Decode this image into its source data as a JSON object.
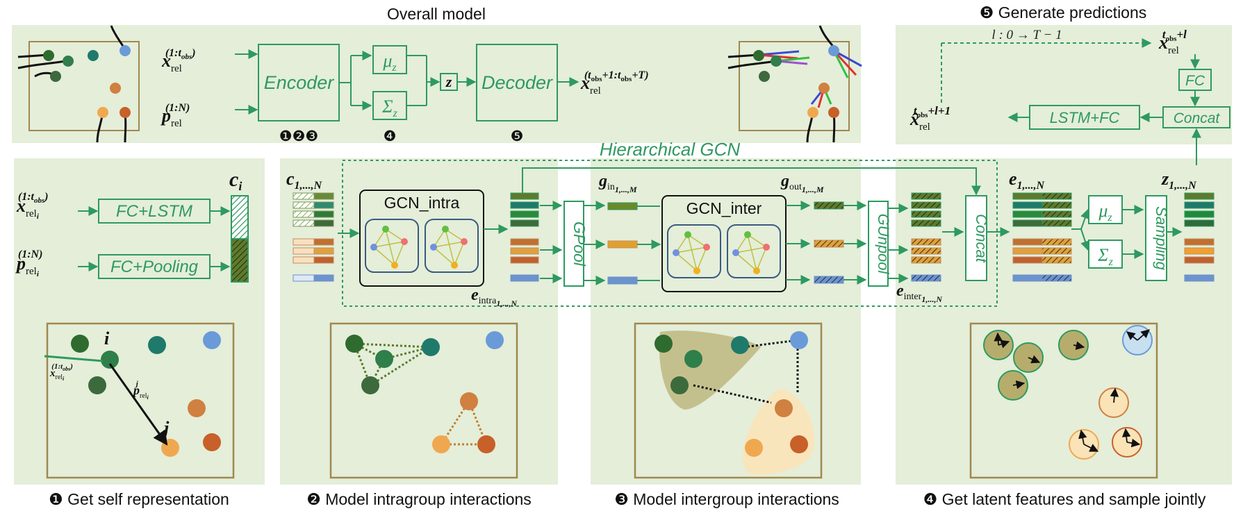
{
  "colors": {
    "panel_bg": "#e4eed9",
    "accent_green": "#2e9960",
    "scene_border": "#a08850",
    "dark": "#222222"
  },
  "top": {
    "title": "Overall model",
    "encoder": "Encoder",
    "decoder": "Decoder",
    "mu": "μ",
    "mu_sub": "z",
    "sigma": "Σ",
    "sigma_sub": "z",
    "z": "z",
    "input_x_base": "x",
    "input_x_sub": "rel",
    "input_x_sup": "(1:t",
    "input_x_sup_sub": "obs",
    "input_x_sup_end": ")",
    "input_p_base": "p",
    "input_p_sub": "rel",
    "input_p_sup": "(1:N)",
    "output_x_base": "x",
    "output_x_sub": "rel",
    "output_x_sup": "(t",
    "output_x_sup_sub": "obs",
    "output_x_sup_mid": "+1:t",
    "output_x_sup_sub2": "obs",
    "output_x_sup_end": "+T)",
    "enc_steps": "❶❷❸",
    "latent_step": "❹",
    "dec_step": "❺"
  },
  "predict": {
    "title": "❺ Generate predictions",
    "loop_label": "l : 0 → T − 1",
    "fc": "FC",
    "concat": "Concat",
    "lstm_fc": "LSTM+FC",
    "x_in_base": "x",
    "x_in_sub": "rel",
    "x_in_sup": "t",
    "x_in_sup_sub": "obs",
    "x_in_sup_end": "+l",
    "x_out_base": "x̂",
    "x_out_sub": "rel",
    "x_out_sup": "t",
    "x_out_sup_sub": "obs",
    "x_out_sup_end": "+l+1"
  },
  "panel1": {
    "caption": "❶ Get self representation",
    "fc_lstm": "FC+LSTM",
    "fc_pool": "FC+Pooling",
    "c_i": "c",
    "c_i_sub": "i",
    "x_base": "x",
    "x_sub": "rel",
    "x_sub_sub": "i",
    "x_sup": "(1:t",
    "x_sup_sub": "obs",
    "x_sup_end": ")",
    "p_base": "p",
    "p_sub": "rel",
    "p_sub_sub": "i",
    "p_sup": "(1:N)",
    "scene_i": "i",
    "scene_j": "j",
    "scene_x_base": "x",
    "scene_x_sub": "rel",
    "scene_x_sub_sub": "i",
    "scene_x_sup": "(1:t",
    "scene_x_sup_sub": "obs",
    "scene_x_sup_end": ")",
    "scene_p_base": "p",
    "scene_p_sub": "rel",
    "scene_p_sub_sub": "i",
    "scene_p_sup": "j"
  },
  "panel2": {
    "caption": "❷ Model intragroup interactions",
    "gcn_intra": "GCN_intra",
    "c_label": "c",
    "c_sub": "1,...,N",
    "e_intra": "e",
    "e_intra_sub": "intra",
    "e_intra_subsub": "1,...,N",
    "gpool": "GPool",
    "hier": "Hierarchical GCN"
  },
  "panel3": {
    "caption": "❸ Model intergroup interactions",
    "gcn_inter": "GCN_inter",
    "g_in": "g",
    "g_in_sub": "in",
    "g_in_subsub": "1,...,M",
    "g_out": "g",
    "g_out_sub": "out",
    "g_out_subsub": "1,...,M",
    "gunpool": "GUnpool",
    "concat": "Concat",
    "e_inter": "e",
    "e_inter_sub": "inter",
    "e_inter_subsub": "1,...,N"
  },
  "panel4": {
    "caption": "❹ Get latent features and sample jointly",
    "e_label": "e",
    "e_sub": "1,...,N",
    "z_label": "z",
    "z_sub": "1,...,N",
    "mu": "μ",
    "mu_sub": "z",
    "sigma": "Σ",
    "sigma_sub": "z",
    "sampling": "Sampling"
  }
}
